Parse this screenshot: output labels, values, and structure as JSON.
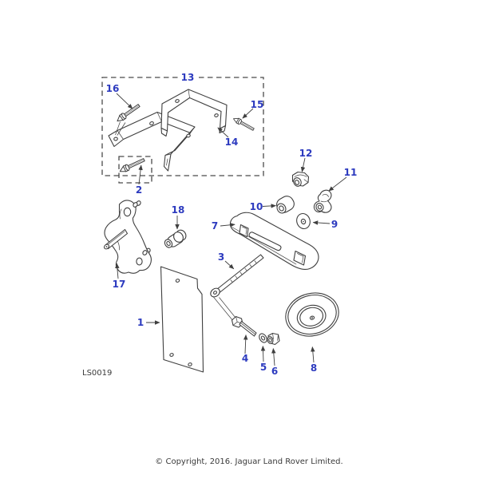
{
  "figure": {
    "code": "LS0019",
    "callouts": {
      "1": "1",
      "2": "2",
      "3": "3",
      "4": "4",
      "5": "5",
      "6": "6",
      "7": "7",
      "8": "8",
      "9": "9",
      "10": "10",
      "11": "11",
      "12": "12",
      "13": "13",
      "14": "14",
      "15": "15",
      "16": "16",
      "17": "17",
      "18": "18"
    }
  },
  "footer": {
    "copyright": "© Copyright, 2016. Jaguar Land Rover Limited."
  },
  "colors": {
    "callout_blue": "#2d3bbf",
    "line_gray": "#3f3f3f",
    "background": "#ffffff"
  }
}
